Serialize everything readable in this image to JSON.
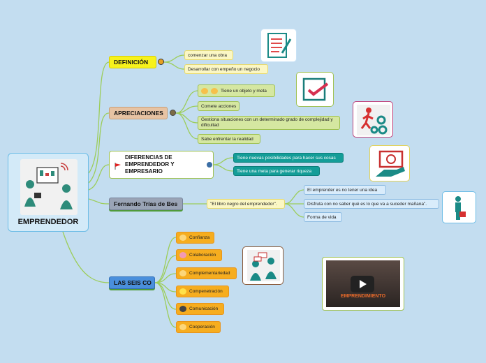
{
  "root": {
    "label": "EMPRENDEDOR"
  },
  "branches": {
    "definicion": {
      "label": "DEFINICIÓN",
      "items": [
        "comenzar una obra",
        "Desarrollar con empeño un negocio"
      ]
    },
    "apreciaciones": {
      "label": "APRECIACIONES",
      "items": [
        "Tiene un objeto y meta",
        "Comete acciones",
        "Gestiona situaciones con un determinado grado de complejidad y dificultad",
        "Sabe enfrentar la realidad"
      ]
    },
    "diferencias": {
      "label_line1": "DIFERENCIAS DE",
      "label_line2": "EMPRENDEDOR Y",
      "label_line3": "EMPRESARIO",
      "items": [
        "Tiene nuevas posibilidades para hacer sus cosas",
        "Tiene una meta para generar riqueza"
      ]
    },
    "fernando": {
      "label": "Fernando Trías de Bes",
      "book": "\"El libro negro del emprendedor\".",
      "items": [
        "El emprender es no tener una idea",
        "Disfruta con no saber qué es lo que va a suceder mañana\".",
        "Forma de vida"
      ]
    },
    "seis_co": {
      "label": "LAS SEIS CO",
      "items": [
        "Confianza",
        "Colaboración",
        "Complementariedad",
        "Compenetración",
        "Comunicación",
        "Cooperación"
      ]
    }
  },
  "video": {
    "caption": "EMPRENDIMIENTO"
  },
  "colors": {
    "background": "#c3ddf0",
    "connector": "#9ccd5a",
    "accent_yellow": "#fbf7c4",
    "accent_green": "#d5e7a1",
    "accent_teal": "#149d98",
    "accent_orange": "#f6ad1f"
  },
  "icons": [
    "bee-icon",
    "globe-icon",
    "flag-icon",
    "wordpress-icon",
    "play-icon",
    "document-icon",
    "checkmark-icon",
    "runner-gears-icon",
    "money-hand-icon",
    "person-suitcase-icon",
    "people-chat-icon"
  ]
}
